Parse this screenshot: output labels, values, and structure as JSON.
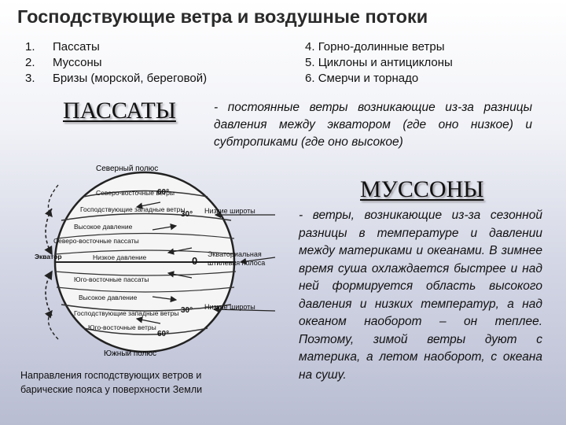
{
  "title": "Господствующие ветра и воздушные потоки",
  "list_left": [
    {
      "num": "1.",
      "text": "Пассаты"
    },
    {
      "num": "2.",
      "text": "Муссоны"
    },
    {
      "num": "3.",
      "text": "Бризы (морской, береговой)"
    }
  ],
  "list_right": [
    {
      "num": "4.",
      "text": "Горно-долинные ветры"
    },
    {
      "num": "5.",
      "text": "Циклоны и антициклоны"
    },
    {
      "num": "6.",
      "text": "Смерчи и торнадо"
    }
  ],
  "passaty": {
    "heading": "ПАССАТЫ",
    "definition": "- постоянные ветры возникающие из-за разницы давления между экватором (где оно низкое) и субтропиками (где оно высокое)"
  },
  "mussony": {
    "heading": "МУССОНЫ",
    "definition": "- ветры, возникающие из-за сезонной разницы в температуре и давлении между материками и океанами. В зимнее время суша охлаждается быстрее и над ней формируется область высокого давления и низких температур, а над океаном наоборот – он теплее. Поэтому, зимой ветры дуют с материка, а летом наоборот, с океана на сушу."
  },
  "diagram": {
    "north_pole": "Северный полюс",
    "south_pole": "Южный полюс",
    "belts": [
      "Северо-восточные ветры",
      "Господствующие западные ветры",
      "Высокое давление",
      "Северо-восточные пассаты",
      "Экватор",
      "Низкое давление",
      "Юго-восточные пассаты",
      "Высокое давление",
      "Господствующие западные ветры",
      "Юго-восточные ветры"
    ],
    "right_labels": [
      "Низкие широты",
      "Экваториальная штилевая полоса",
      "Низкие широты"
    ],
    "lat_labels": [
      "60°",
      "30°",
      "0",
      "30°",
      "60°"
    ],
    "caption_line1": "Направления господствующих ветров и",
    "caption_line2": "барические пояса у поверхности Земли"
  }
}
